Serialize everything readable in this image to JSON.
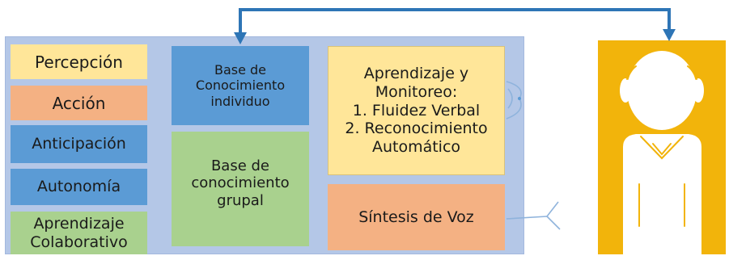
{
  "left_column": [
    "Percepción",
    "Acción",
    "Anticipación",
    "Autonomía",
    "Aprendizaje\nColaborativo"
  ],
  "knowledge": {
    "individual": "Base de\nConocimiento\nindividuo",
    "group": "Base de\nconocimiento\ngrupal"
  },
  "learning": "Aprendizaje y\nMonitoreo:\n1. Fluidez Verbal\n2. Reconocimiento\nAutomático",
  "speech": "Síntesis de Voz",
  "colors": {
    "panel": "#b4c7e7",
    "yellow": "#ffe699",
    "orange": "#f4b183",
    "blue": "#5b9bd5",
    "green": "#a9d18e",
    "user": "#f2b40b",
    "arrow": "#2e75b6"
  },
  "icons": {
    "perception_sensor": "eye-icon",
    "speech_sensor": "ear-icon",
    "user": "person-icon"
  }
}
